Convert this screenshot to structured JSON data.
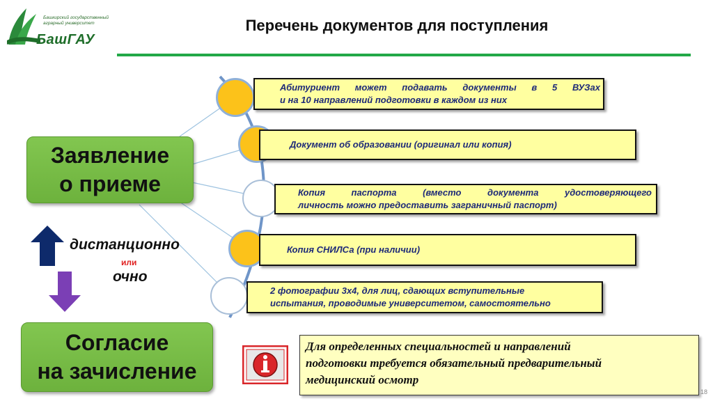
{
  "logo": {
    "small_line1": "Башкирский государственный",
    "small_line2": "аграрный университет",
    "brand": "БашГАУ"
  },
  "title": "Перечень документов для поступления",
  "statement_box": {
    "line1": "Заявление",
    "line2": "о приеме"
  },
  "consent_box": {
    "line1": "Согласие",
    "line2": "на зачисление"
  },
  "submission_modes": {
    "remote": "дистанционно",
    "or": "или",
    "in_person": "очно"
  },
  "documents": [
    {
      "line1": "Абитуриент  может  подавать  документы  в  5  ВУЗах",
      "line2": "и  на  10 направлений подготовки в каждом из них"
    },
    {
      "line1": "Документ об образовании (оригинал или копия)"
    },
    {
      "line1": "Копия  паспорта  (вместо  документа  удостоверяющего",
      "line2": "личность  можно предоставить  заграничный паспорт)"
    },
    {
      "line1": "Копия СНИЛСа (при наличии)"
    },
    {
      "line1": "2 фотографии 3х4, для лиц, сдающих вступительные",
      "line2": "испытания, проводимые университетом, самостоятельно"
    }
  ],
  "note": {
    "line1": "Для определенных специальностей и направлений",
    "line2": "подготовки требуется обязательный предварительный",
    "line3": "медицинский осмотр"
  },
  "page_number": "18",
  "colors": {
    "accent_green": "#22a847",
    "box_green": "#72b642",
    "item_yellow": "#ffffa0",
    "circle_orange": "#fcc21a",
    "text_blue": "#1e2a78",
    "arrow_navy": "#0e2a6b",
    "arrow_purple": "#7b3fb5",
    "info_red": "#d9262a"
  },
  "icons": [
    "wheat-logo-icon",
    "arrow-up-icon",
    "arrow-down-icon",
    "info-icon"
  ]
}
